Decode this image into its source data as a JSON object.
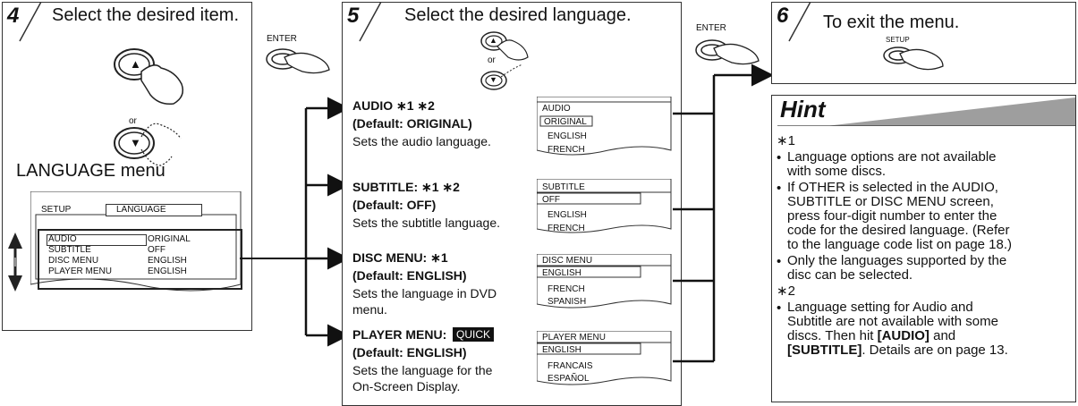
{
  "steps": [
    {
      "number": "4",
      "heading": "Select the desired item."
    },
    {
      "number": "5",
      "heading": "Select the desired language."
    },
    {
      "number": "6",
      "heading": "To exit the menu."
    }
  ],
  "buttons": {
    "enter": "ENTER",
    "setup": "SETUP",
    "or": "or",
    "up_symbol": "▲",
    "down_symbol": "▼"
  },
  "language_menu": {
    "title": "LANGUAGE menu",
    "osd_setup": "SETUP",
    "osd_tab": "LANGUAGE",
    "rows": [
      {
        "item": "AUDIO",
        "value": "ORIGINAL"
      },
      {
        "item": "SUBTITLE",
        "value": "OFF"
      },
      {
        "item": "DISC MENU",
        "value": "ENGLISH"
      },
      {
        "item": "PLAYER MENU",
        "value": "ENGLISH"
      }
    ]
  },
  "options": [
    {
      "title": "AUDIO ∗1 ∗2",
      "default": "(Default: ORIGINAL)",
      "desc": [
        "Sets the audio language."
      ],
      "osd_header": "AUDIO",
      "osd_items": [
        "ORIGINAL",
        "ENGLISH",
        "FRENCH"
      ]
    },
    {
      "title": "SUBTITLE: ∗1 ∗2",
      "default": "(Default: OFF)",
      "desc": [
        "Sets the subtitle language."
      ],
      "osd_header": "SUBTITLE",
      "osd_items": [
        "OFF",
        "ENGLISH",
        "FRENCH"
      ]
    },
    {
      "title": "DISC MENU: ∗1",
      "default": "(Default: ENGLISH)",
      "desc": [
        "Sets the language in DVD",
        "menu."
      ],
      "osd_header": "DISC MENU",
      "osd_items": [
        "ENGLISH",
        "FRENCH",
        "SPANISH"
      ]
    },
    {
      "title": "PLAYER MENU:",
      "badge": "QUICK",
      "default": "(Default: ENGLISH)",
      "desc": [
        "Sets the language for the",
        "On-Screen Display."
      ],
      "osd_header": "PLAYER MENU",
      "osd_items": [
        "ENGLISH",
        "FRANCAIS",
        "ESPAÑOL"
      ]
    }
  ],
  "hint": {
    "title": "Hint",
    "note1_marker": "∗1",
    "note1_bullets": [
      [
        "Language options are not available",
        "with some discs."
      ],
      [
        "If OTHER is selected in the AUDIO,",
        "SUBTITLE or DISC MENU screen,",
        "press four-digit number to enter the",
        "code for the desired language. (Refer",
        "to the language code list on page 18.)"
      ],
      [
        "Only the languages supported by the",
        "disc can be selected."
      ]
    ],
    "note2_marker": "∗2",
    "note2_line1": "Language setting for Audio and",
    "note2_line2": "Subtitle are not available with some",
    "note2_line3a": "discs. Then hit ",
    "note2_line3b": "[AUDIO]",
    "note2_line3c": " and",
    "note2_line4a": "[SUBTITLE]",
    "note2_line4b": ". Details are on page 13."
  },
  "colors": {
    "hint_band": "#9e9e9e",
    "highlight_box": "#222222",
    "badge_bg": "#111111"
  }
}
